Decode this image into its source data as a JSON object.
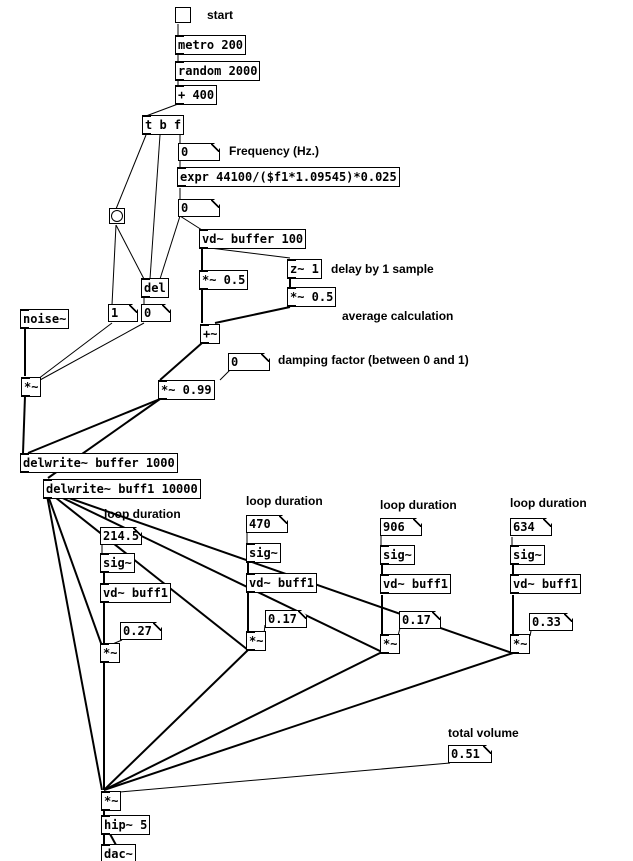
{
  "patch": {
    "start_label": "start",
    "objects": {
      "metro": "metro 200",
      "random": "random 2000",
      "plus400": "+ 400",
      "tbf": "t b f",
      "expr": "expr 44100/($f1*1.09545)*0.025",
      "vd_buffer": "vd~ buffer 100",
      "z1": "z~ 1",
      "mul_half_a": "*~ 0.5",
      "mul_half_b": "*~ 0.5",
      "add": "+~",
      "del": "del",
      "noise": "noise~",
      "mul_noise": "*~",
      "mul_damp": "*~ 0.99",
      "delwrite_buffer": "delwrite~ buffer 1000",
      "delwrite_buff1": "delwrite~ buff1 10000",
      "sig1": "sig~",
      "vd1": "vd~ buff1",
      "mul1": "*~",
      "sig2": "sig~",
      "vd2": "vd~ buff1",
      "mul2": "*~",
      "sig3": "sig~",
      "vd3": "vd~ buff1",
      "mul3": "*~",
      "sig4": "sig~",
      "vd4": "vd~ buff1",
      "mul4": "*~",
      "mul_total": "*~",
      "hip": "hip~ 5",
      "dac": "dac~"
    },
    "numbers": {
      "freq": "0",
      "expr_out": "0",
      "msg_one": "1",
      "msg_zero": "0",
      "damping": "0",
      "loop1": "214.5",
      "gain1": "0.27",
      "loop2": "470",
      "gain2": "0.17",
      "loop3": "906",
      "gain3": "0.17",
      "loop4": "634",
      "gain4": "0.33",
      "total": "0.51"
    },
    "comments": {
      "frequency": "Frequency (Hz.)",
      "delay1": "delay by 1 sample",
      "average": "average calculation",
      "damping": "damping factor (between 0 and 1)",
      "loop1": "loop duration",
      "loop2": "loop duration",
      "loop3": "loop duration",
      "loop4": "loop duration",
      "total_volume": "total volume"
    }
  }
}
